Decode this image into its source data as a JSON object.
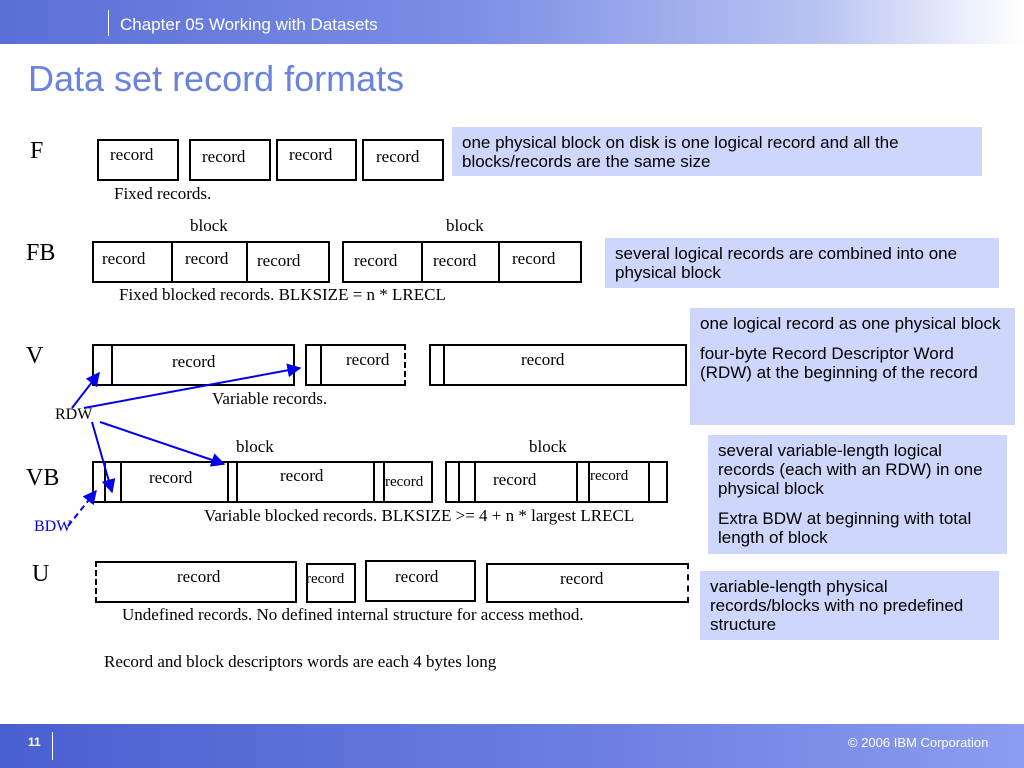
{
  "header": {
    "chapter": "Chapter 05 Working with Datasets",
    "title": "Data set record formats"
  },
  "footer": {
    "page": "11",
    "copyright": "© 2006 IBM Corporation"
  },
  "record_label": "record",
  "block_label": "block",
  "formats": {
    "f": {
      "label": "F",
      "caption": "Fixed records.",
      "note": "one physical block on disk is one logical record and all the blocks/records are the same size"
    },
    "fb": {
      "label": "FB",
      "caption": "Fixed blocked records.  BLKSIZE = n * LRECL",
      "note": "several logical records are combined into one physical block"
    },
    "v": {
      "label": "V",
      "caption": "Variable records.",
      "note1": "one logical record as one physical block",
      "note2": "four-byte Record Descriptor Word (RDW) at the beginning of the record"
    },
    "vb": {
      "label": "VB",
      "caption": "Variable blocked records.  BLKSIZE >= 4 + n * largest LRECL",
      "note1": "several variable-length logical records (each with an RDW) in one physical block",
      "note2": "Extra BDW at beginning with total length of block"
    },
    "u": {
      "label": "U",
      "caption": "Undefined records.  No defined internal structure for access method.",
      "note": "variable-length physical records/blocks with no predefined structure"
    }
  },
  "rdw_label": "RDW",
  "bdw_label": "BDW",
  "bdw_color": "#0000ee",
  "arrow_color": "#0000ee",
  "footnote": "Record and block descriptors words are each 4 bytes long"
}
